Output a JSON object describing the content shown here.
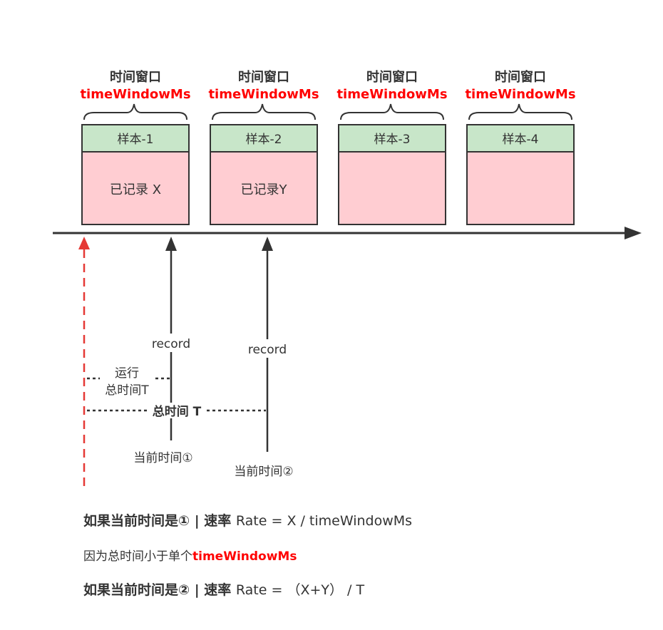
{
  "windows": [
    {
      "heading": "时间窗口",
      "param": "timeWindowMs",
      "sample": "样本-1",
      "content": "已记录 X"
    },
    {
      "heading": "时间窗口",
      "param": "timeWindowMs",
      "sample": "样本-2",
      "content": "已记录Y"
    },
    {
      "heading": "时间窗口",
      "param": "timeWindowMs",
      "sample": "样本-3",
      "content": ""
    },
    {
      "heading": "时间窗口",
      "param": "timeWindowMs",
      "sample": "样本-4",
      "content": ""
    }
  ],
  "markers": {
    "record_1": "record",
    "record_2": "record",
    "current_1": "当前时间①",
    "current_2": "当前时间②",
    "run_total_line1": "运行",
    "run_total_line2": "总时间T",
    "total_time": "总时间 T"
  },
  "formulas": {
    "case_1_prefix": "如果当前时间是① | 速率 ",
    "case_1_expr": "Rate = X / timeWindowMs",
    "note_prefix": "因为总时间小于单个",
    "note_highlight": "timeWindowMs",
    "case_2_prefix": "如果当前时间是② | 速率 ",
    "case_2_expr": "Rate = （X+Y） / T"
  },
  "colors": {
    "sample_header": "#c8e6c9",
    "sample_body": "#ffcdd2",
    "outline": "#333333",
    "highlight_red": "#ff0000",
    "dashed_marker": "#e53935"
  }
}
